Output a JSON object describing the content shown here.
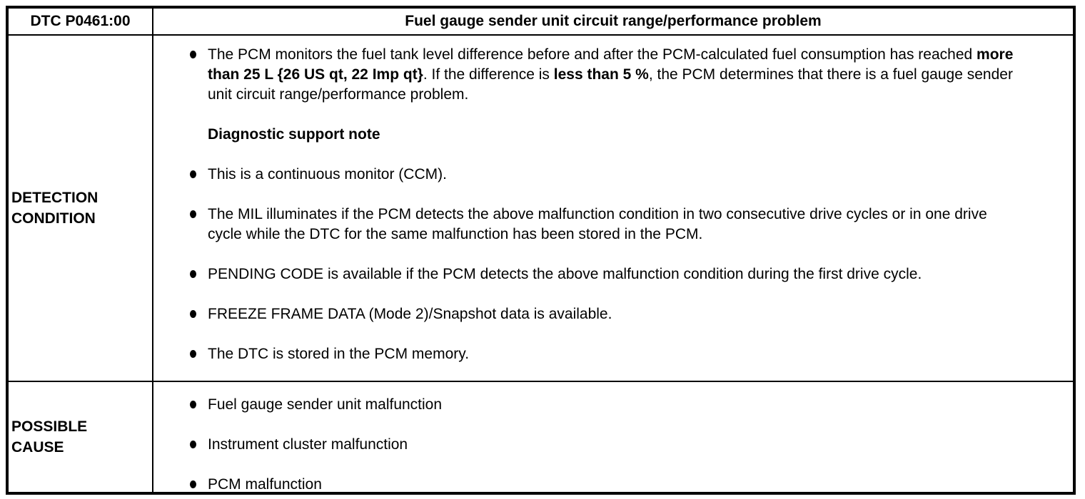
{
  "header": {
    "dtc_code": "DTC P0461:00",
    "description": "Fuel gauge sender unit circuit range/performance problem"
  },
  "detection_condition": {
    "label": "DETECTION CONDITION",
    "items": [
      {
        "type": "bullet",
        "segments": [
          {
            "text": "The PCM monitors the fuel tank level difference before and after the PCM-calculated fuel consumption has reached ",
            "bold": false
          },
          {
            "text": "more than 25 L {26 US qt, 22 Imp qt}",
            "bold": true
          },
          {
            "text": ". If the difference is ",
            "bold": false
          },
          {
            "text": "less than 5 %",
            "bold": true
          },
          {
            "text": ", the PCM determines that there is a fuel gauge sender unit circuit range/performance problem.",
            "bold": false
          }
        ]
      },
      {
        "type": "subheading",
        "segments": [
          {
            "text": "Diagnostic support note",
            "bold": true
          }
        ]
      },
      {
        "type": "bullet",
        "segments": [
          {
            "text": "This is a continuous monitor (CCM).",
            "bold": false
          }
        ]
      },
      {
        "type": "bullet",
        "segments": [
          {
            "text": "The MIL illuminates if the PCM detects the above malfunction condition in two consecutive drive cycles or in one drive cycle while the DTC for the same malfunction has been stored in the PCM.",
            "bold": false
          }
        ]
      },
      {
        "type": "bullet",
        "segments": [
          {
            "text": "PENDING CODE is available if the PCM detects the above malfunction condition during the first drive cycle.",
            "bold": false
          }
        ]
      },
      {
        "type": "bullet",
        "segments": [
          {
            "text": "FREEZE FRAME DATA (Mode 2)/Snapshot data is available.",
            "bold": false
          }
        ]
      },
      {
        "type": "bullet",
        "segments": [
          {
            "text": "The DTC is stored in the PCM memory.",
            "bold": false
          }
        ]
      }
    ]
  },
  "possible_cause": {
    "label": "POSSIBLE CAUSE",
    "items": [
      {
        "type": "bullet",
        "segments": [
          {
            "text": "Fuel gauge sender unit malfunction",
            "bold": false
          }
        ]
      },
      {
        "type": "bullet",
        "segments": [
          {
            "text": "Instrument cluster malfunction",
            "bold": false
          }
        ]
      },
      {
        "type": "bullet",
        "segments": [
          {
            "text": "PCM malfunction",
            "bold": false
          }
        ]
      }
    ]
  },
  "colors": {
    "border": "#000000",
    "text": "#000000",
    "background": "#ffffff"
  }
}
